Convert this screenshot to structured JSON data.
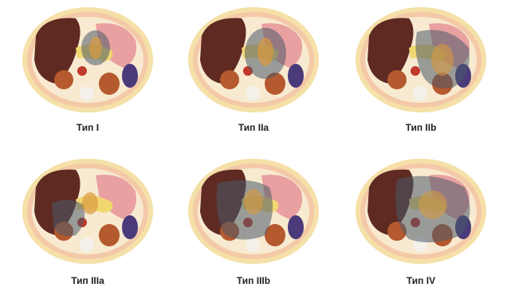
{
  "panels": [
    {
      "label": "Тип I"
    },
    {
      "label": "Тип IIa"
    },
    {
      "label": "Тип IIb"
    },
    {
      "label": "Тип IIIa"
    },
    {
      "label": "Тип IIIb"
    },
    {
      "label": "Тип IV"
    }
  ],
  "colors": {
    "body_outer": "#f5d98e",
    "body_skin": "#f3c7a6",
    "fat": "#f7e6b5",
    "liver": "#5e2a22",
    "stomach": "#e9a0a0",
    "spleen": "#4a3a7a",
    "kidney": "#b5592e",
    "pancreas": "#f0d770",
    "aorta": "#c0392b",
    "shadow": "#4a5a6a"
  }
}
